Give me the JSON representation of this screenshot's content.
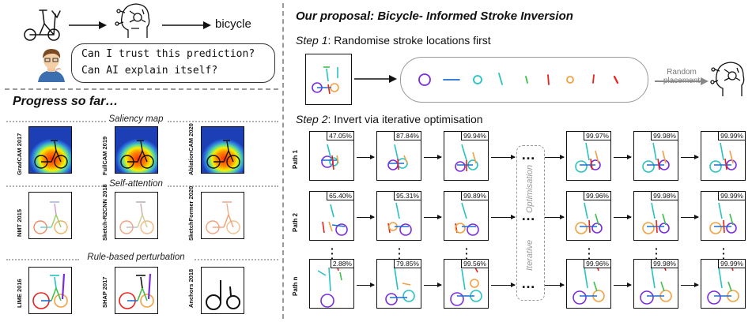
{
  "top_left": {
    "prediction_label": "bicycle",
    "bubble_lines": [
      "Can I trust this prediction?",
      "Can AI explain itself?"
    ],
    "icons": [
      "sketch-icon",
      "robot-head-icon",
      "user-avatar-icon"
    ]
  },
  "progress": {
    "title": "Progress so far…",
    "sections": [
      {
        "name": "Saliency map",
        "methods": [
          "GradCAM 2017",
          "FullCAM 2019",
          "AblationCAM 2020"
        ]
      },
      {
        "name": "Self-attention",
        "methods": [
          "NMT 2015",
          "Sketch-R2CNN 2018",
          "SketchFormer 2020"
        ]
      },
      {
        "name": "Rule-based perturbation",
        "methods": [
          "LIME 2016",
          "SHAP 2017",
          "Anchors 2018"
        ]
      }
    ]
  },
  "proposal": {
    "title": "Our proposal: Bicycle- Informed Stroke Inversion",
    "step1_prefix": "Step 1",
    "step1_text": ": Randomise stroke locations first",
    "random_placement_line1": "Random",
    "random_placement_line2": "placement",
    "step2_prefix": "Step 2",
    "step2_text": ": Invert via iterative optimisation",
    "optimisation_word": "Optimisation",
    "iterative_word": "Iterative",
    "ellipsis": "…",
    "paths": [
      {
        "label": "Path 1",
        "scores": [
          "47.05%",
          "87.84%",
          "99.94%",
          "99.97%",
          "99.98%",
          "99.99%"
        ]
      },
      {
        "label": "Path 2",
        "scores": [
          "65.40%",
          "95.31%",
          "99.89%",
          "99.96%",
          "99.98%",
          "99.99%"
        ]
      },
      {
        "label": "Path n",
        "scores": [
          "2.88%",
          "79.85%",
          "99.56%",
          "99.96%",
          "99.98%",
          "99.99%"
        ]
      }
    ]
  },
  "colors": {
    "divider": "#9a9a9a",
    "red": "#e8221a",
    "blue": "#1f6fd1",
    "cyan": "#28c2c2",
    "purple": "#7a2be0",
    "orange": "#f29a3a",
    "green": "#3fbf4a"
  }
}
